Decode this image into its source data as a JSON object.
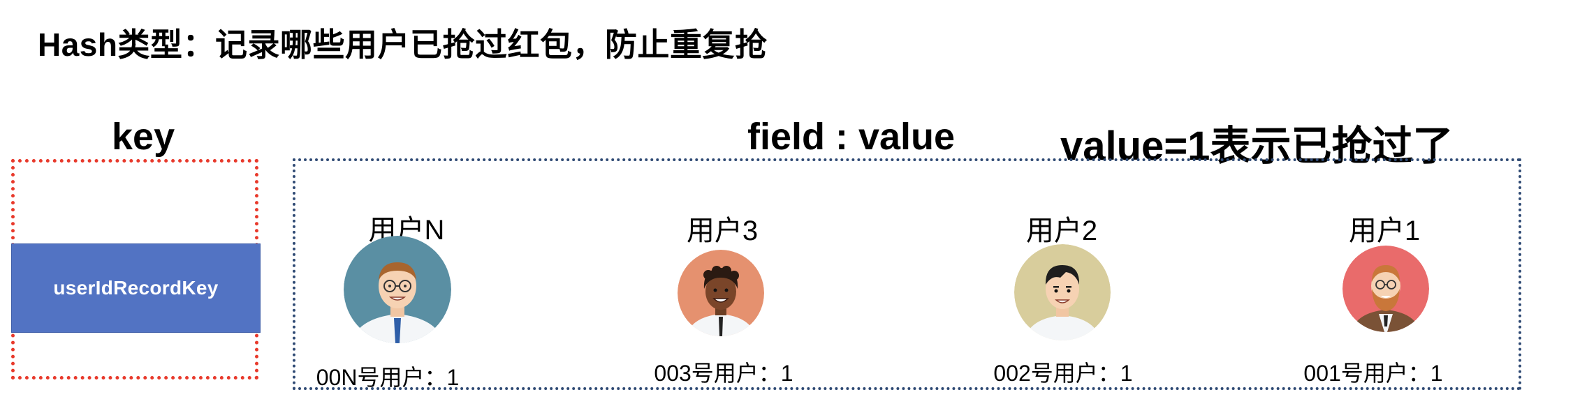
{
  "title": "Hash类型：记录哪些用户已抢过红包，防止重复抢",
  "labels": {
    "key": "key",
    "field_value": "field : value",
    "note": "value=1表示已抢过了"
  },
  "key_box": {
    "text": "userIdRecordKey"
  },
  "users": [
    {
      "name": "用户N",
      "value_text": "00N号用户：1",
      "avatar": "teacher-avatar-icon",
      "bg": "#5a8fa3"
    },
    {
      "name": "用户3",
      "value_text": "003号用户：1",
      "avatar": "curly-hair-man-avatar-icon",
      "bg": "#e5916f"
    },
    {
      "name": "用户2",
      "value_text": "002号用户：1",
      "avatar": "businessman-avatar-icon",
      "bg": "#d8cd9c"
    },
    {
      "name": "用户1",
      "value_text": "001号用户：1",
      "avatar": "bearded-man-avatar-icon",
      "bg": "#e96b6b"
    }
  ],
  "colors": {
    "key_border": "#e8392b",
    "key_fill": "#5273c3",
    "field_border": "#2f4a74"
  }
}
